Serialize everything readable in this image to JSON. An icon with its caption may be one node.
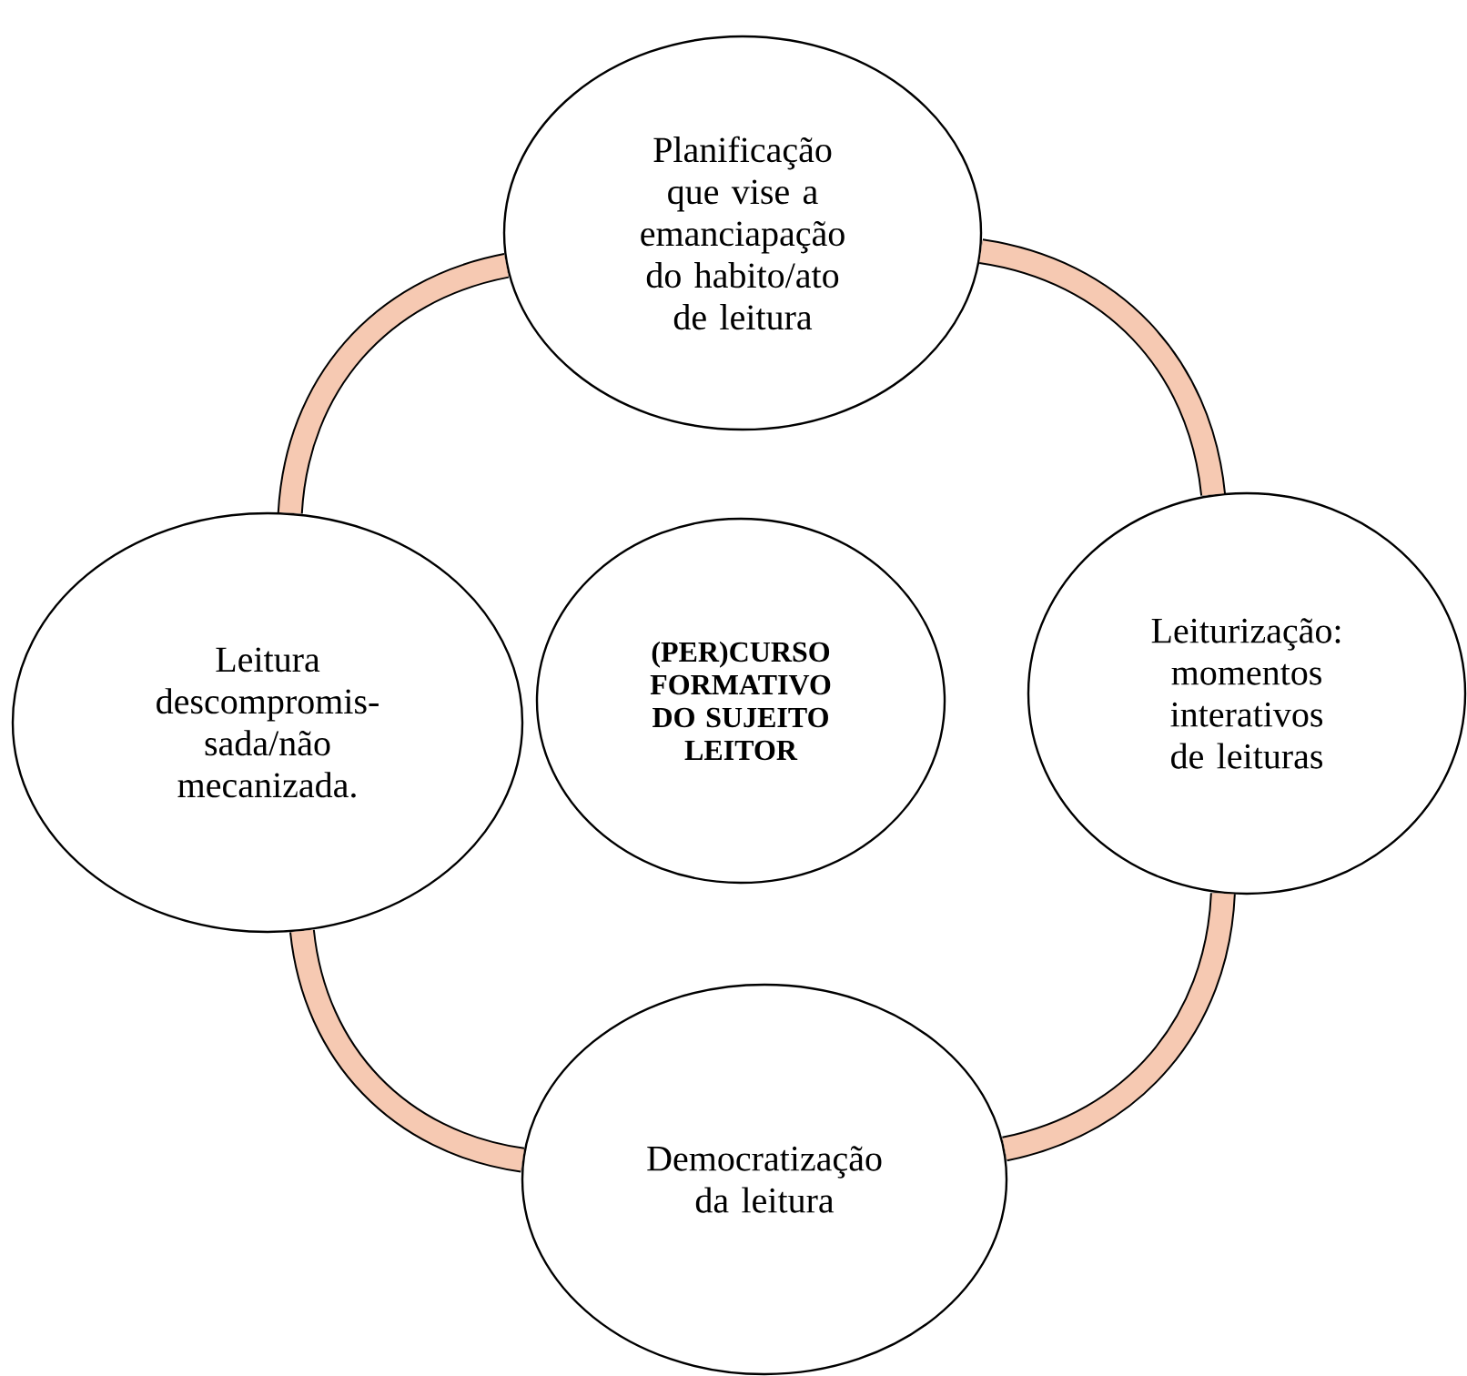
{
  "diagram": {
    "nodes": [
      {
        "text": [
          "Planificação que vise a emanciapação do habito/ato de leitura"
        ]
      },
      {
        "text": [
          "Leitura descompromis- sada/não mecanizada."
        ]
      },
      {
        "text": [
          "(PER)CURSO FORMATIVO DO SUJEITO LEITOR"
        ]
      },
      {
        "text": [
          "Leiturização: momentos interativos de leituras"
        ]
      },
      {
        "text": [
          "Democratização da leitura"
        ]
      }
    ],
    "edges": [
      {
        "from": 0,
        "to": 3,
        "arrow": "none"
      },
      {
        "from": 3,
        "to": 4,
        "arrow": "none"
      },
      {
        "from": 4,
        "to": 1,
        "arrow": "none"
      },
      {
        "from": 1,
        "to": 0,
        "arrow": "none"
      }
    ]
  }
}
